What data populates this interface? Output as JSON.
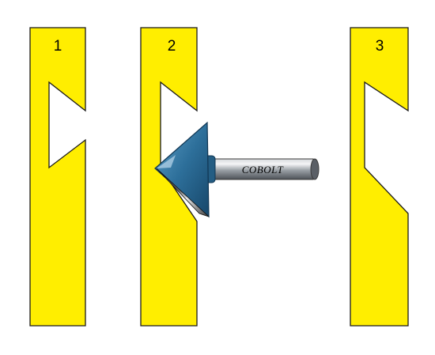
{
  "panels": [
    {
      "number": "1",
      "stage": "before-cut"
    },
    {
      "number": "2",
      "stage": "cutting"
    },
    {
      "number": "3",
      "stage": "after-cut"
    }
  ],
  "router_bit": {
    "brand": "COBOLT",
    "type": "v-groove-bit"
  },
  "colors": {
    "workpiece": "#ffee00",
    "outline": "#1a1a1a",
    "cutter_body": "#2d6f9a",
    "shank": "#8a8f96",
    "blade": "#2a2a2a"
  }
}
